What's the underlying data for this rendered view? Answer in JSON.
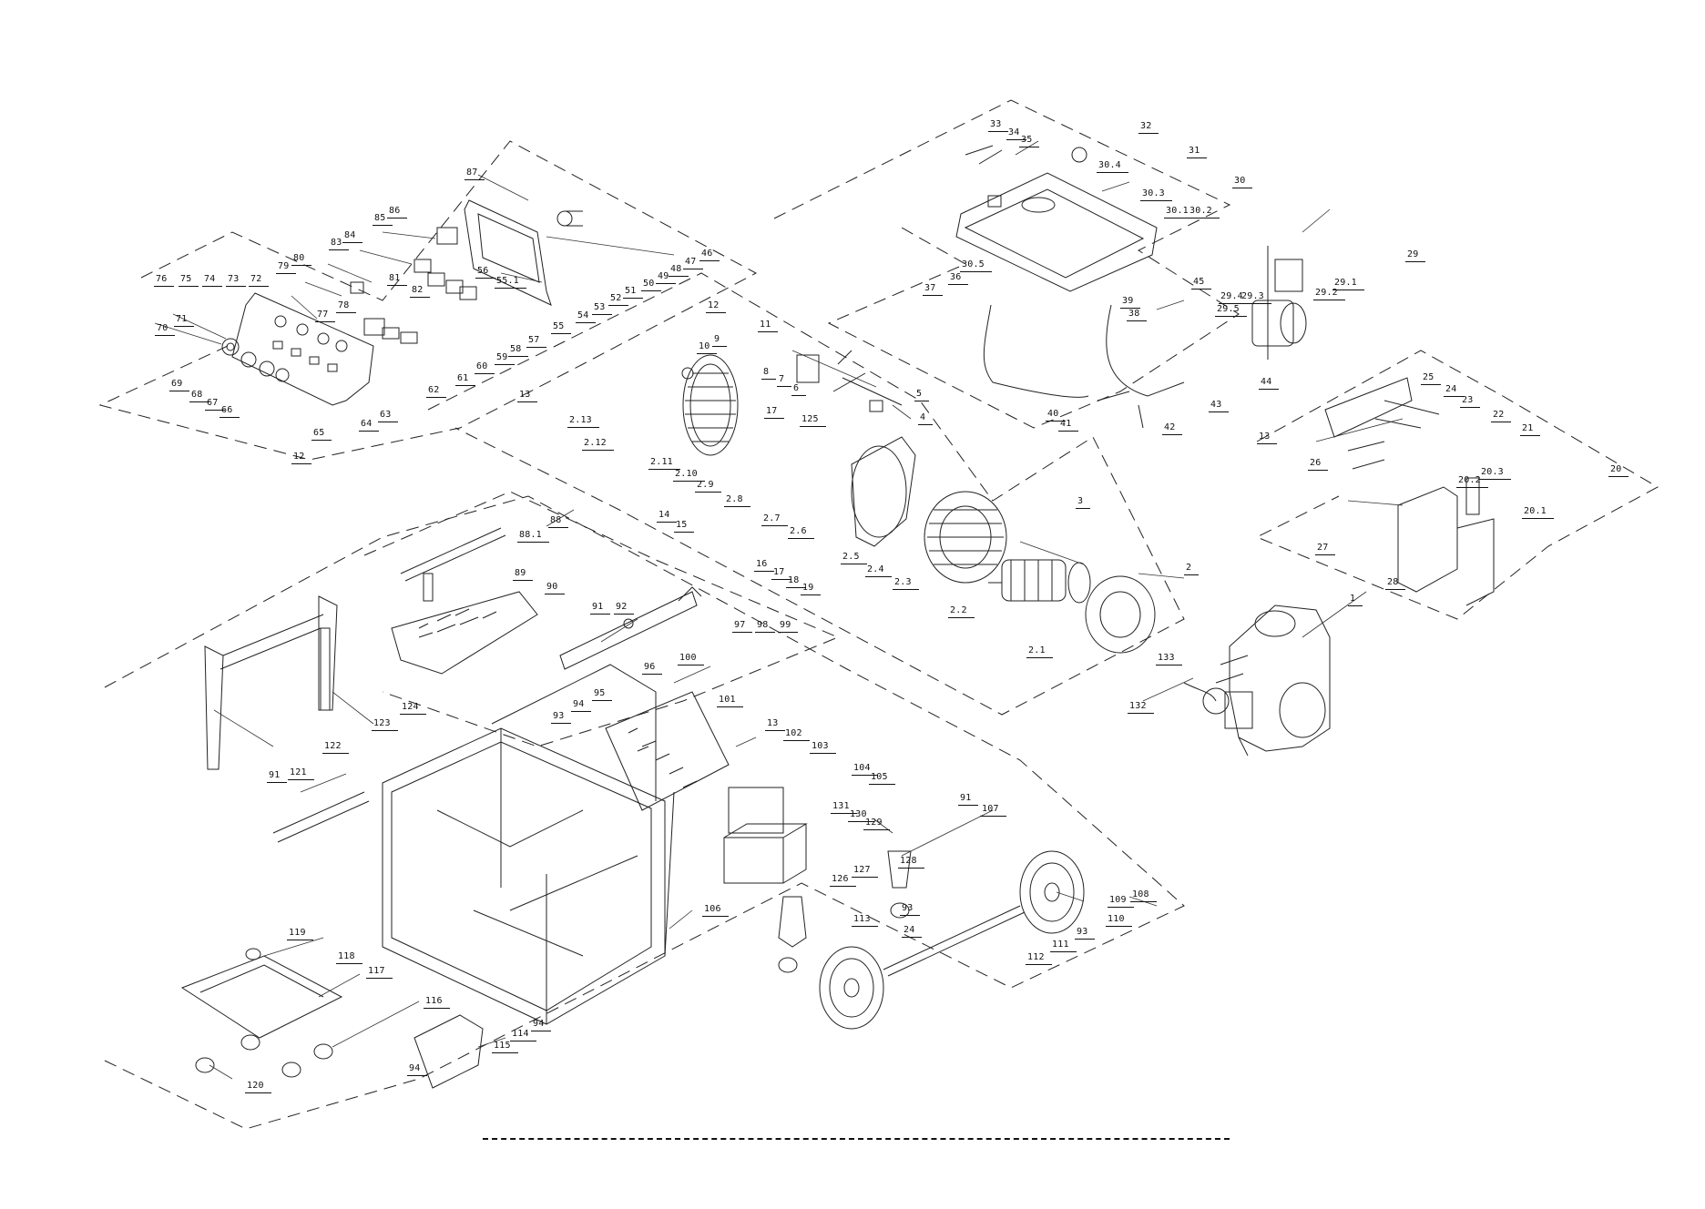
{
  "diagram": {
    "callouts": [
      {
        "id": "c76",
        "text": "76"
      },
      {
        "id": "c75",
        "text": "75"
      },
      {
        "id": "c74",
        "text": "74"
      },
      {
        "id": "c73",
        "text": "73"
      },
      {
        "id": "c72",
        "text": "72"
      },
      {
        "id": "c79",
        "text": "79"
      },
      {
        "id": "c80",
        "text": "80"
      },
      {
        "id": "c83",
        "text": "83"
      },
      {
        "id": "c84",
        "text": "84"
      },
      {
        "id": "c85",
        "text": "85"
      },
      {
        "id": "c86",
        "text": "86"
      },
      {
        "id": "c87",
        "text": "87"
      },
      {
        "id": "c81",
        "text": "81"
      },
      {
        "id": "c82",
        "text": "82"
      },
      {
        "id": "c78",
        "text": "78"
      },
      {
        "id": "c77",
        "text": "77"
      },
      {
        "id": "c70",
        "text": "70"
      },
      {
        "id": "c71",
        "text": "71"
      },
      {
        "id": "c69",
        "text": "69"
      },
      {
        "id": "c68",
        "text": "68"
      },
      {
        "id": "c67",
        "text": "67"
      },
      {
        "id": "c66",
        "text": "66"
      },
      {
        "id": "c65",
        "text": "65"
      },
      {
        "id": "c64",
        "text": "64"
      },
      {
        "id": "c63",
        "text": "63"
      },
      {
        "id": "c62",
        "text": "62"
      },
      {
        "id": "c61",
        "text": "61"
      },
      {
        "id": "c60",
        "text": "60"
      },
      {
        "id": "c59",
        "text": "59"
      },
      {
        "id": "c58",
        "text": "58"
      },
      {
        "id": "c57",
        "text": "57"
      },
      {
        "id": "c56",
        "text": "56"
      },
      {
        "id": "c55_1",
        "text": "55.1"
      },
      {
        "id": "c55",
        "text": "55"
      },
      {
        "id": "c54",
        "text": "54"
      },
      {
        "id": "c53",
        "text": "53"
      },
      {
        "id": "c52",
        "text": "52"
      },
      {
        "id": "c51",
        "text": "51"
      },
      {
        "id": "c50",
        "text": "50"
      },
      {
        "id": "c49",
        "text": "49"
      },
      {
        "id": "c48",
        "text": "48"
      },
      {
        "id": "c47",
        "text": "47"
      },
      {
        "id": "c46",
        "text": "46"
      },
      {
        "id": "c12a",
        "text": "12"
      },
      {
        "id": "c13a",
        "text": "13"
      },
      {
        "id": "c12b",
        "text": "12"
      },
      {
        "id": "c11",
        "text": "11"
      },
      {
        "id": "c10",
        "text": "10"
      },
      {
        "id": "c9",
        "text": "9"
      },
      {
        "id": "c8",
        "text": "8"
      },
      {
        "id": "c7",
        "text": "7"
      },
      {
        "id": "c6",
        "text": "6"
      },
      {
        "id": "c5",
        "text": "5"
      },
      {
        "id": "c4",
        "text": "4"
      },
      {
        "id": "c2_13",
        "text": "2.13"
      },
      {
        "id": "c2_12",
        "text": "2.12"
      },
      {
        "id": "c2_11",
        "text": "2.11"
      },
      {
        "id": "c2_10",
        "text": "2.10"
      },
      {
        "id": "c2_9",
        "text": "2.9"
      },
      {
        "id": "c2_8",
        "text": "2.8"
      },
      {
        "id": "c2_7",
        "text": "2.7"
      },
      {
        "id": "c2_6",
        "text": "2.6"
      },
      {
        "id": "c2_5",
        "text": "2.5"
      },
      {
        "id": "c2_4",
        "text": "2.4"
      },
      {
        "id": "c2_3",
        "text": "2.3"
      },
      {
        "id": "c2_2",
        "text": "2.2"
      },
      {
        "id": "c2_1",
        "text": "2.1"
      },
      {
        "id": "c2",
        "text": "2"
      },
      {
        "id": "c3",
        "text": "3"
      },
      {
        "id": "c125",
        "text": "125"
      },
      {
        "id": "c17a",
        "text": "17"
      },
      {
        "id": "c14",
        "text": "14"
      },
      {
        "id": "c15",
        "text": "15"
      },
      {
        "id": "c16",
        "text": "16"
      },
      {
        "id": "c17b",
        "text": "17"
      },
      {
        "id": "c18",
        "text": "18"
      },
      {
        "id": "c19",
        "text": "19"
      },
      {
        "id": "c33",
        "text": "33"
      },
      {
        "id": "c34",
        "text": "34"
      },
      {
        "id": "c35",
        "text": "35"
      },
      {
        "id": "c32",
        "text": "32"
      },
      {
        "id": "c31",
        "text": "31"
      },
      {
        "id": "c30_4",
        "text": "30.4"
      },
      {
        "id": "c30",
        "text": "30"
      },
      {
        "id": "c30_3",
        "text": "30.3"
      },
      {
        "id": "c30_1",
        "text": "30.1"
      },
      {
        "id": "c30_2",
        "text": "30.2"
      },
      {
        "id": "c30_5",
        "text": "30.5"
      },
      {
        "id": "c36",
        "text": "36"
      },
      {
        "id": "c37",
        "text": "37"
      },
      {
        "id": "c39",
        "text": "39"
      },
      {
        "id": "c38",
        "text": "38"
      },
      {
        "id": "c45",
        "text": "45"
      },
      {
        "id": "c29",
        "text": "29"
      },
      {
        "id": "c29_1",
        "text": "29.1"
      },
      {
        "id": "c29_2",
        "text": "29.2"
      },
      {
        "id": "c29_4",
        "text": "29.4"
      },
      {
        "id": "c29_3",
        "text": "29.3"
      },
      {
        "id": "c29_5",
        "text": "29.5"
      },
      {
        "id": "c44",
        "text": "44"
      },
      {
        "id": "c43",
        "text": "43"
      },
      {
        "id": "c42",
        "text": "42"
      },
      {
        "id": "c41",
        "text": "41"
      },
      {
        "id": "c40",
        "text": "40"
      },
      {
        "id": "c25",
        "text": "25"
      },
      {
        "id": "c24a",
        "text": "24"
      },
      {
        "id": "c23",
        "text": "23"
      },
      {
        "id": "c22",
        "text": "22"
      },
      {
        "id": "c21",
        "text": "21"
      },
      {
        "id": "c13b",
        "text": "13"
      },
      {
        "id": "c26",
        "text": "26"
      },
      {
        "id": "c20_3",
        "text": "20.3"
      },
      {
        "id": "c20_2",
        "text": "20.2"
      },
      {
        "id": "c20",
        "text": "20"
      },
      {
        "id": "c20_1",
        "text": "20.1"
      },
      {
        "id": "c27",
        "text": "27"
      },
      {
        "id": "c28",
        "text": "28"
      },
      {
        "id": "c1",
        "text": "1"
      },
      {
        "id": "c133",
        "text": "133"
      },
      {
        "id": "c132",
        "text": "132"
      },
      {
        "id": "c88",
        "text": "88"
      },
      {
        "id": "c88_1",
        "text": "88.1"
      },
      {
        "id": "c89",
        "text": "89"
      },
      {
        "id": "c90",
        "text": "90"
      },
      {
        "id": "c91a",
        "text": "91"
      },
      {
        "id": "c92",
        "text": "92"
      },
      {
        "id": "c97",
        "text": "97"
      },
      {
        "id": "c98",
        "text": "98"
      },
      {
        "id": "c99",
        "text": "99"
      },
      {
        "id": "c96",
        "text": "96"
      },
      {
        "id": "c95",
        "text": "95"
      },
      {
        "id": "c94a",
        "text": "94"
      },
      {
        "id": "c93a",
        "text": "93"
      },
      {
        "id": "c100",
        "text": "100"
      },
      {
        "id": "c101",
        "text": "101"
      },
      {
        "id": "c13c",
        "text": "13"
      },
      {
        "id": "c102",
        "text": "102"
      },
      {
        "id": "c103",
        "text": "103"
      },
      {
        "id": "c104",
        "text": "104"
      },
      {
        "id": "c105",
        "text": "105"
      },
      {
        "id": "c131",
        "text": "131"
      },
      {
        "id": "c130",
        "text": "130"
      },
      {
        "id": "c129",
        "text": "129"
      },
      {
        "id": "c126",
        "text": "126"
      },
      {
        "id": "c127",
        "text": "127"
      },
      {
        "id": "c128",
        "text": "128"
      },
      {
        "id": "c91b",
        "text": "91"
      },
      {
        "id": "c107",
        "text": "107"
      },
      {
        "id": "c123",
        "text": "123"
      },
      {
        "id": "c124",
        "text": "124"
      },
      {
        "id": "c122",
        "text": "122"
      },
      {
        "id": "c91c",
        "text": "91"
      },
      {
        "id": "c121",
        "text": "121"
      },
      {
        "id": "c106",
        "text": "106"
      },
      {
        "id": "c113",
        "text": "113"
      },
      {
        "id": "c24b",
        "text": "24"
      },
      {
        "id": "c93b",
        "text": "93"
      },
      {
        "id": "c109",
        "text": "109"
      },
      {
        "id": "c108",
        "text": "108"
      },
      {
        "id": "c110",
        "text": "110"
      },
      {
        "id": "c93c",
        "text": "93"
      },
      {
        "id": "c111",
        "text": "111"
      },
      {
        "id": "c112",
        "text": "112"
      },
      {
        "id": "c119",
        "text": "119"
      },
      {
        "id": "c118",
        "text": "118"
      },
      {
        "id": "c117",
        "text": "117"
      },
      {
        "id": "c116",
        "text": "116"
      },
      {
        "id": "c114",
        "text": "114"
      },
      {
        "id": "c94b",
        "text": "94"
      },
      {
        "id": "c115",
        "text": "115"
      },
      {
        "id": "c94c",
        "text": "94"
      },
      {
        "id": "c120",
        "text": "120"
      }
    ]
  }
}
